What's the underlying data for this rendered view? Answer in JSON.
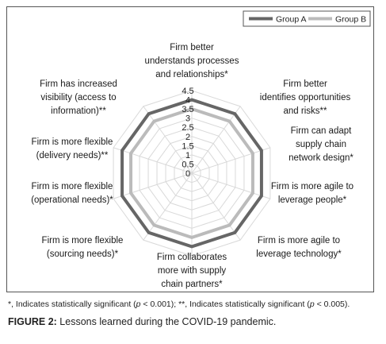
{
  "chart_data": {
    "type": "radar",
    "axes": [
      [
        "Firm better",
        "understands processes",
        "and relationships*"
      ],
      [
        "Firm better",
        "identifies opportunities",
        "and risks**"
      ],
      [
        "Firm can adapt",
        "supply chain",
        "network design*"
      ],
      [
        "Firm is more agile to",
        "leverage people*"
      ],
      [
        "Firm is more agile to",
        "leverage technology*"
      ],
      [
        "Firm collaborates",
        "more with supply",
        "chain partners*"
      ],
      [
        "Firm is more flexible",
        "(sourcing needs)*"
      ],
      [
        "Firm is more flexible",
        "(operational needs)*"
      ],
      [
        "Firm is more flexible",
        "(delivery needs)**"
      ],
      [
        "Firm has increased",
        "visibility (access to",
        "information)**"
      ]
    ],
    "radial_ticks": [
      "0",
      "0.5",
      "1",
      "1.5",
      "2",
      "2.5",
      "3",
      "3.5",
      "4",
      "4.5"
    ],
    "rlim": [
      0,
      4.5
    ],
    "grid": true,
    "legend": "top-right",
    "series": [
      {
        "name": "Group A",
        "color": "#666666",
        "values": [
          4.0,
          4.0,
          4.0,
          4.0,
          4.0,
          4.0,
          4.0,
          4.0,
          4.0,
          4.0
        ]
      },
      {
        "name": "Group B",
        "color": "#bbbbbb",
        "values": [
          3.5,
          3.5,
          3.5,
          3.5,
          3.5,
          3.5,
          3.5,
          3.5,
          3.5,
          3.5
        ]
      }
    ]
  },
  "footnote": {
    "p1": "*, Indicates statistically significant (",
    "p_a": "p",
    "p2": " < 0.001); **, Indicates statistically significant (",
    "p_b": "p",
    "p3": " < 0.005)."
  },
  "caption": {
    "label": "FIGURE 2:",
    "text": " Lessons learned during the COVID-19 pandemic."
  }
}
